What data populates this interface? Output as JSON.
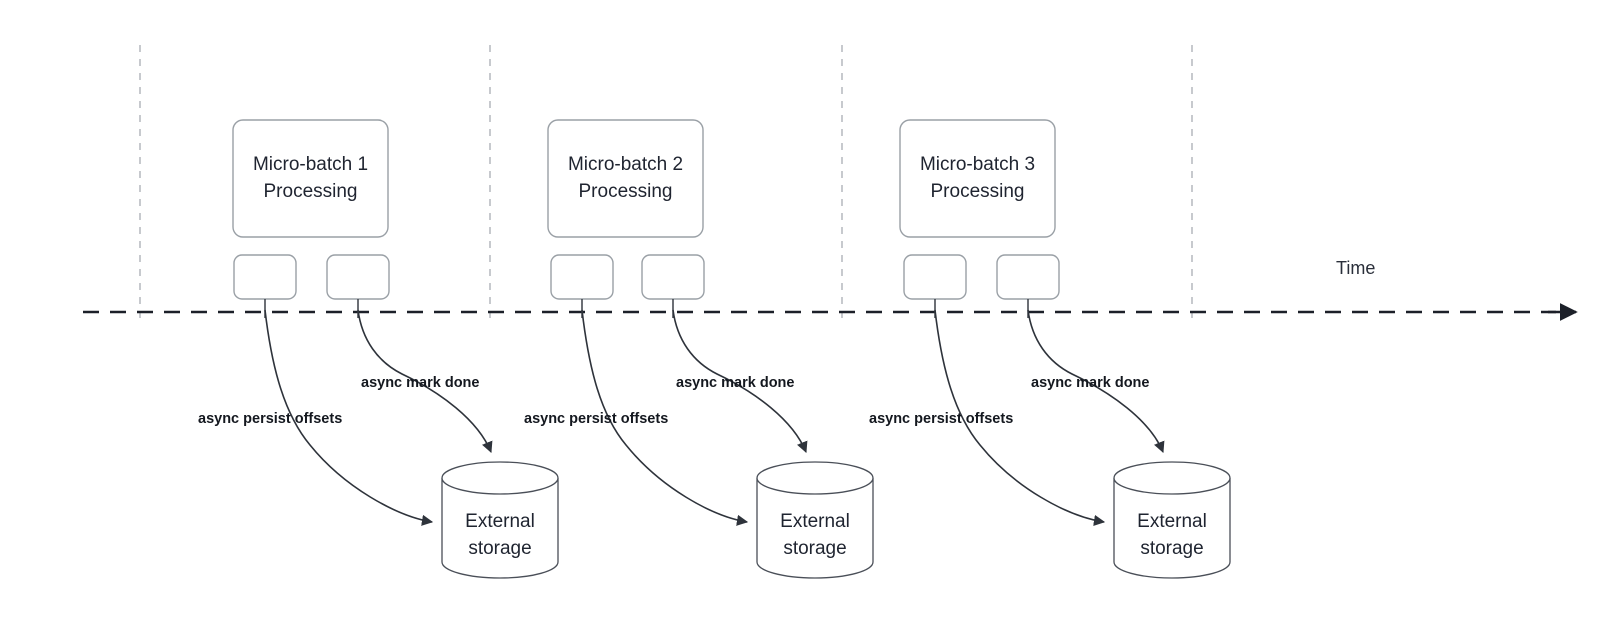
{
  "diagram": {
    "title_axis": "Time",
    "timeline": {
      "label": "Time",
      "style": "dashed-arrow-right"
    },
    "groups": [
      {
        "id": "micro-batch-1",
        "process_label": "Micro-batch 1\nProcessing",
        "process_line1": "Micro-batch 1",
        "process_line2": "Processing",
        "task_boxes": [
          "",
          ""
        ],
        "edges": [
          {
            "label": "async persist offsets",
            "from": "task-box-left",
            "to": "external-storage"
          },
          {
            "label": "async mark done",
            "from": "task-box-right",
            "to": "external-storage"
          }
        ],
        "storage_line1": "External",
        "storage_line2": "storage"
      },
      {
        "id": "micro-batch-2",
        "process_label": "Micro-batch 2\nProcessing",
        "process_line1": "Micro-batch 2",
        "process_line2": "Processing",
        "task_boxes": [
          "",
          ""
        ],
        "edges": [
          {
            "label": "async persist offsets",
            "from": "task-box-left",
            "to": "external-storage"
          },
          {
            "label": "async mark done",
            "from": "task-box-right",
            "to": "external-storage"
          }
        ],
        "storage_line1": "External",
        "storage_line2": "storage"
      },
      {
        "id": "micro-batch-3",
        "process_label": "Micro-batch 3\nProcessing",
        "process_line1": "Micro-batch 3",
        "process_line2": "Processing",
        "task_boxes": [
          "",
          ""
        ],
        "edges": [
          {
            "label": "async persist offsets",
            "from": "task-box-left",
            "to": "external-storage"
          },
          {
            "label": "async mark done",
            "from": "task-box-right",
            "to": "external-storage"
          }
        ],
        "storage_line1": "External",
        "storage_line2": "storage"
      }
    ],
    "colors": {
      "background": "#ffffff",
      "box_border": "#9aa0a6",
      "cylinder_border": "#4a4f58",
      "timeline": "#1c2029",
      "vertical_divider": "#b9bcc2",
      "text": "#1f2430",
      "edge_label_text": "#14181f"
    }
  }
}
